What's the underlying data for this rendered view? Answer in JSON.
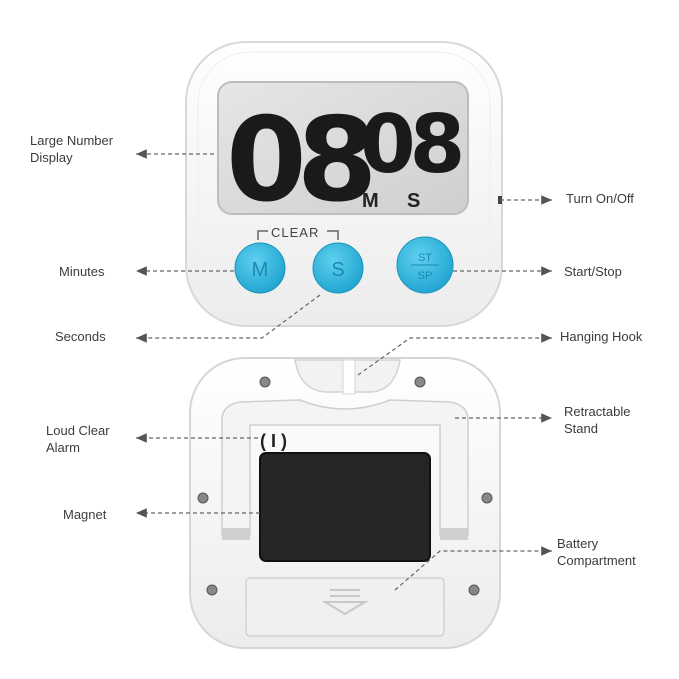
{
  "display": {
    "minutes": "08",
    "seconds": "08",
    "unit_m": "M",
    "unit_s": "S"
  },
  "buttons": {
    "clear": "CLEAR",
    "minutes": "M",
    "seconds": "S",
    "startstop_top": "ST",
    "startstop_bottom": "SP"
  },
  "labels": {
    "large_number_display": "Large Number\nDisplay",
    "minutes": "Minutes",
    "seconds": "Seconds",
    "turn_on_off": "Turn On/Off",
    "start_stop": "Start/Stop",
    "hanging_hook": "Hanging Hook",
    "retractable_stand": "Retractable\nStand",
    "loud_clear_alarm": "Loud Clear\nAlarm",
    "magnet": "Magnet",
    "battery_compartment": "Battery\nCompartment"
  },
  "colors": {
    "button_blue": "#33b8e0",
    "body_white": "#f7f7f7",
    "lcd_bg": "#dadada",
    "magnet": "#2a2a2a"
  },
  "icons": {
    "battery_arrow": "down-arrow-icon"
  }
}
